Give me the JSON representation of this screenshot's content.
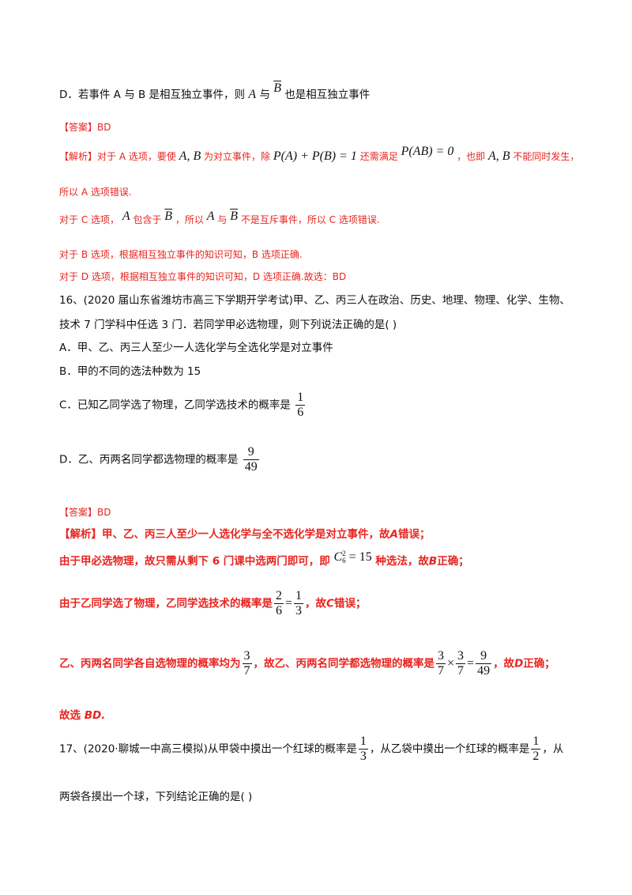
{
  "q15": {
    "optD_a": "D．若事件 A 与 B 是相互独立事件，则",
    "optD_A": "A",
    "optD_with": "与",
    "optD_B": "B",
    "optD_b": "也是相互独立事件",
    "answer": "【答案】BD",
    "exp1_a": "【解析】对于 A 选项，要使",
    "exp1_ab": "A, B",
    "exp1_b": "为对立事件，除",
    "exp1_eq1": "P(A) + P(B) = 1",
    "exp1_c": "还需满足",
    "exp1_eq2": "P(AB) = 0",
    "exp1_d": "，也即",
    "exp1_ab2": "A, B",
    "exp1_e": "不能同时发生，",
    "exp2": "所以 A 选项错误.",
    "exp3_a": "对于 C 选项，",
    "exp3_A": "A",
    "exp3_b": "包含于",
    "exp3_B": "B",
    "exp3_c": "，所以",
    "exp3_A2": "A",
    "exp3_d": "与",
    "exp3_B2": "B",
    "exp3_e": "不是互斥事件，所以 C 选项错误.",
    "exp4": "对于 B 选项，根据相互独立事件的知识可知，B 选项正确.",
    "exp5": "对于 D 选项，根据相互独立事件的知识可知，D 选项正确.故选：BD"
  },
  "q16": {
    "stem1": "16、(2020 届山东省潍坊市高三下学期开学考试)甲、乙、丙三人在政治、历史、地理、物理、化学、生物、",
    "stem2": "技术 7 门学科中任选 3 门．若同学甲必选物理，则下列说法正确的是(      )",
    "optA": "A．甲、乙、丙三人至少一人选化学与全选化学是对立事件",
    "optB": "B．甲的不同的选法种数为 15",
    "optC": "C．已知乙同学选了物理，乙同学选技术的概率是",
    "optC_num": "1",
    "optC_den": "6",
    "optD": "D．乙、丙两名同学都选物理的概率是",
    "optD_num": "9",
    "optD_den": "49",
    "answer": "【答案】BD",
    "exp1": "【解析】甲、乙、丙三人至少一人选化学与全不选化学是对立事件，故",
    "exp1_A": "A",
    "exp1_end": "错误；",
    "exp2_a": "由于甲必选物理，故只需从剩下 6 门课中选两门即可，即",
    "exp2_C": "C",
    "exp2_sup": "2",
    "exp2_sub": "6",
    "exp2_eq": "= 15",
    "exp2_b": "种选法，故",
    "exp2_B": "B",
    "exp2_end": "正确；",
    "exp3_a": "由于乙同学选了物理，乙同学选技术的概率是",
    "exp3_n1": "2",
    "exp3_d1": "6",
    "exp3_eq": "=",
    "exp3_n2": "1",
    "exp3_d2": "3",
    "exp3_b": "，故",
    "exp3_C": "C",
    "exp3_end": "错误；",
    "exp4_a": "乙、丙两名同学各自选物理的概率均为",
    "exp4_n1": "3",
    "exp4_d1": "7",
    "exp4_b": "，故乙、丙两名同学都选物理的概率是",
    "exp4_n2": "3",
    "exp4_d2": "7",
    "exp4_times": "×",
    "exp4_n3": "3",
    "exp4_d3": "7",
    "exp4_eq": "=",
    "exp4_n4": "9",
    "exp4_d4": "49",
    "exp4_c": "，故",
    "exp4_D": "D",
    "exp4_end": "正确；",
    "exp5_a": "故选",
    "exp5_BD": "BD."
  },
  "q17": {
    "stem1_a": "17、(2020·聊城一中高三模拟)从甲袋中摸出一个红球的概率是",
    "n1": "1",
    "d1": "3",
    "stem1_b": "，从乙袋中摸出一个红球的概率是",
    "n2": "1",
    "d2": "2",
    "stem1_c": "，从",
    "stem2": "两袋各摸出一个球，下列结论正确的是(      )"
  }
}
